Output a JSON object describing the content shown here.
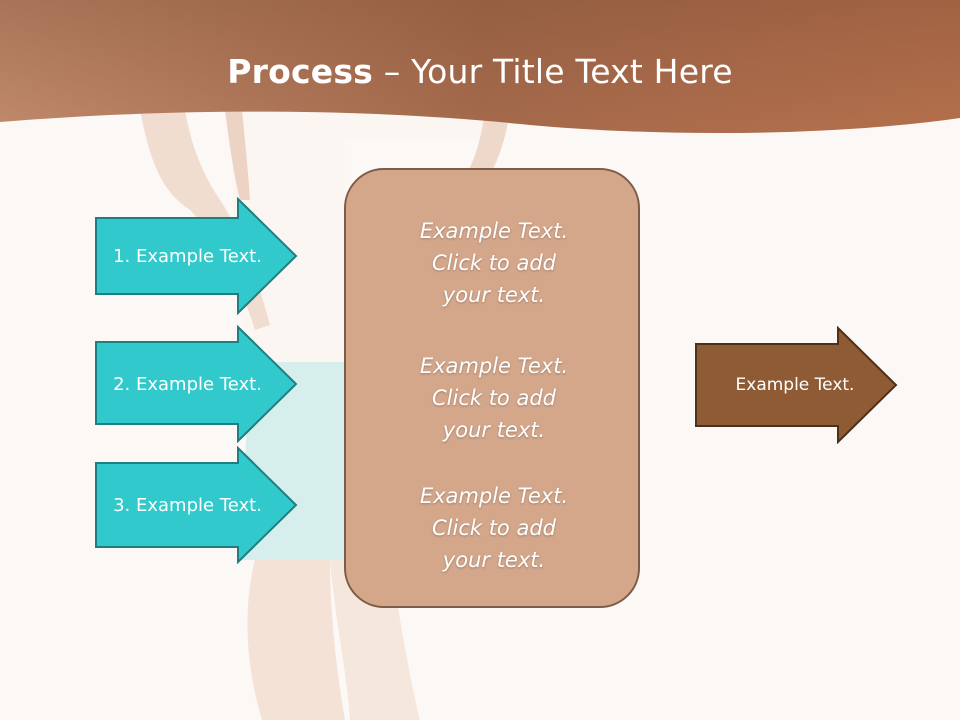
{
  "title": {
    "bold": "Process",
    "rest": " – Your Title Text Here"
  },
  "left_arrows": [
    {
      "label": "1. Example Text."
    },
    {
      "label": "2. Example Text."
    },
    {
      "label": "3. Example Text."
    }
  ],
  "center_box": {
    "blocks": [
      {
        "line1": "Example Text.",
        "line2": "Click  to add",
        "line3": "your text."
      },
      {
        "line1": "Example Text.",
        "line2": "Click  to add",
        "line3": "your text."
      },
      {
        "line1": "Example Text.",
        "line2": "Click  to add",
        "line3": "your text."
      }
    ]
  },
  "right_arrow": {
    "label": "Example Text."
  },
  "colors": {
    "header": "#a86a47",
    "teal_arrow": "#31c9cb",
    "brown_arrow": "#8e5b35",
    "center_box": "#d4a78b"
  }
}
